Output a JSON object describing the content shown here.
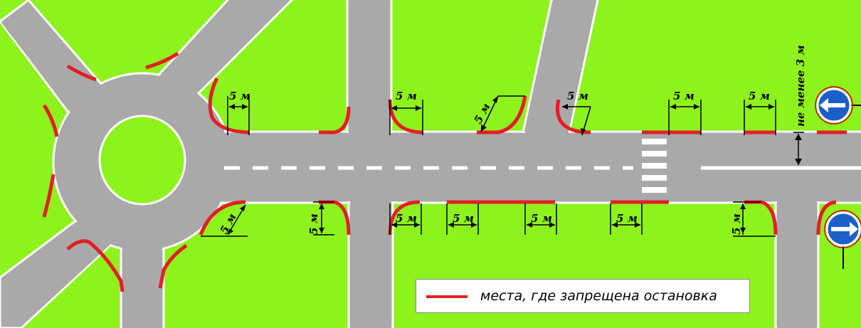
{
  "dimension_label": "5 м",
  "vertical_label": "не менее 3 м",
  "legend": {
    "text": "места, где запрещена остановка"
  },
  "colors": {
    "grass": "#8ef21d",
    "road": "#a9a9a9",
    "no_stop_line": "#e41e25",
    "sign_blue": "#1b5fc9"
  },
  "icons": {
    "sign_top": "left-arrow-sign",
    "sign_bottom": "right-arrow-sign"
  }
}
